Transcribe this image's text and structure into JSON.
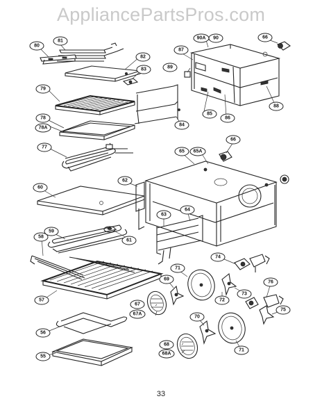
{
  "watermark": "AppliancePartsPros.com",
  "page_number": "33",
  "callouts": [
    "81",
    "80",
    "82",
    "83",
    "79",
    "78",
    "78A",
    "77",
    "60",
    "62",
    "61",
    "59",
    "58",
    "57",
    "56",
    "55",
    "87",
    "90A",
    "90",
    "66",
    "89",
    "85",
    "86",
    "88",
    "84",
    "65",
    "65A",
    "63",
    "64",
    "74",
    "71",
    "69",
    "72",
    "73",
    "76",
    "75",
    "67",
    "67A",
    "70",
    "68",
    "68A"
  ]
}
